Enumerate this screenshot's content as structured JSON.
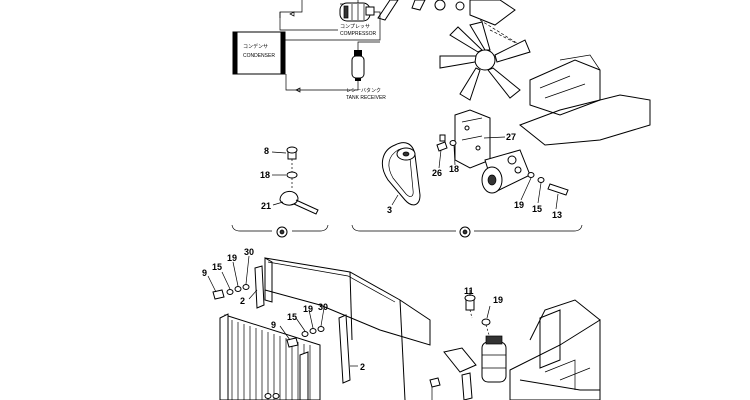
{
  "schematic": {
    "compressor_jp": "コンプレッサ",
    "compressor_en": "COMPRESSOR",
    "condenser_jp": "コンデンサ",
    "condenser_en": "CONDENSER",
    "receiver_jp": "レシーバタンク",
    "receiver_en": "TANK RECEIVER"
  },
  "callouts": {
    "n8": "8",
    "n18a": "18",
    "n21": "21",
    "n27": "27",
    "n26": "26",
    "n18b": "18",
    "n3": "3",
    "n19a": "19",
    "n15a": "15",
    "n13": "13",
    "n19b": "19",
    "n30a": "30",
    "n15b": "15",
    "n9a": "9",
    "n2a": "2",
    "n19c": "19",
    "n30b": "30",
    "n15c": "15",
    "n9b": "9",
    "n2b": "2",
    "n11": "11",
    "n19d": "19"
  },
  "colors": {
    "line": "#000000",
    "background": "#ffffff"
  }
}
